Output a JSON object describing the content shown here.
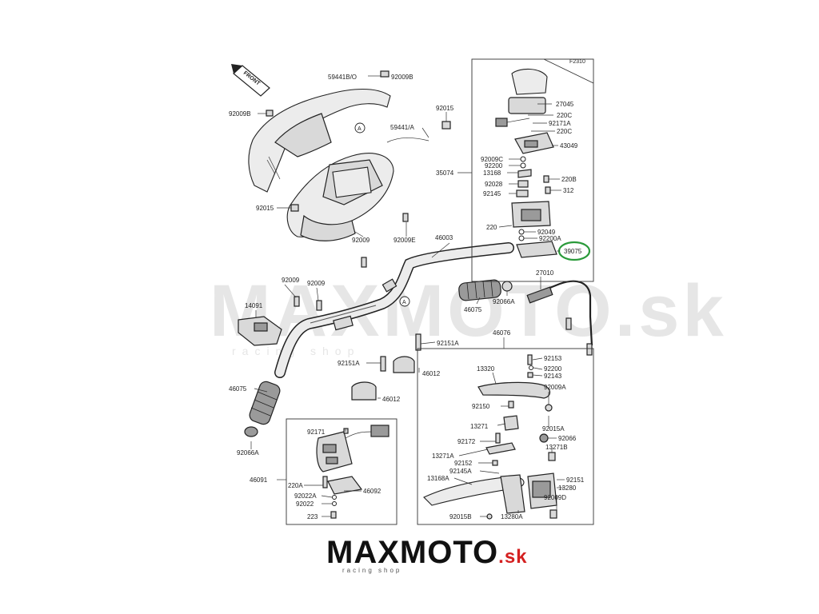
{
  "diagram_ref": "F2310",
  "front_label": "FRONT",
  "callout_letter": "A",
  "highlight_color": "#2a9a3a",
  "brand": {
    "name_part1": "MAX",
    "name_part2": "MOTO",
    "domain": ".sk",
    "tagline": "racing shop",
    "color_dark": "#111111",
    "color_red": "#d42020"
  },
  "watermark": {
    "text": "MAXMOTO.sk",
    "tagline": "racing shop"
  },
  "part_numbers": {
    "p59441b_o": "59441B/O",
    "p92009b_top": "92009B",
    "p92009b_left": "92009B",
    "p92015_top": "92015",
    "p59441a": "59441/A",
    "p35074": "35074",
    "p92015_mid": "92015",
    "p92009_cover": "92009",
    "p92009e": "92009E",
    "p46003": "46003",
    "p27045": "27045",
    "p220c_1": "220C",
    "p92171a": "92171A",
    "p220c_2": "220C",
    "p43049": "43049",
    "p92009c": "92009C",
    "p92200": "92200",
    "p13168": "13168",
    "p220b": "220B",
    "p92028": "92028",
    "p312": "312",
    "p92145": "92145",
    "p220": "220",
    "p92049": "92049",
    "p92200a": "92200A",
    "p39075": "39075",
    "p27010": "27010",
    "p92009_a": "92009",
    "p92009_b": "92009",
    "p14091": "14091",
    "p46075_r": "46075",
    "p92066a_r": "92066A",
    "p46076": "46076",
    "p92153": "92153",
    "p92200_b": "92200",
    "p92143": "92143",
    "p13320": "13320",
    "p92009a": "92009A",
    "p92151a_1": "92151A",
    "p92151a_2": "92151A",
    "p46012_1": "46012",
    "p46012_2": "46012",
    "p46075_l": "46075",
    "p92150": "92150",
    "p13271": "13271",
    "p92015a": "92015A",
    "p92066": "92066",
    "p92172": "92172",
    "p13271b": "13271B",
    "p13271a": "13271A",
    "p92152": "92152",
    "p92145a": "92145A",
    "p13168a": "13168A",
    "p92151": "92151",
    "p13280": "13280",
    "p92009d": "92009D",
    "p92015b": "92015B",
    "p13280a": "13280A",
    "p92171": "92171",
    "p46091": "46091",
    "p220a": "220A",
    "p92022a": "92022A",
    "p46092": "46092",
    "p92022": "92022",
    "p223": "223",
    "p92066a_l": "92066A"
  }
}
